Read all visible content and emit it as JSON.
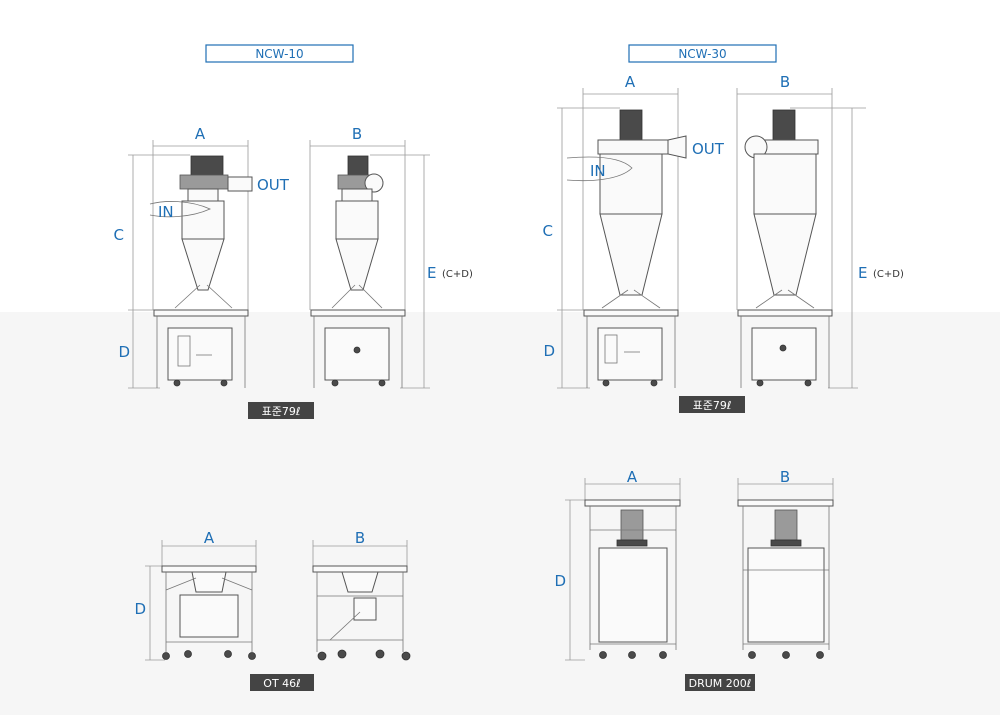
{
  "models": {
    "ncw10": {
      "title": "NCW-10",
      "tag_standard": "표준79ℓ",
      "tag_ot": "OT 46ℓ"
    },
    "ncw30": {
      "title": "NCW-30",
      "tag_standard": "표준79ℓ",
      "tag_drum": "DRUM 200ℓ"
    }
  },
  "dims": {
    "a": "A",
    "b": "B",
    "c": "C",
    "d": "D",
    "e": "E",
    "e_note": "(C+D)"
  },
  "ports": {
    "out": "OUT",
    "in": "IN"
  },
  "colors": {
    "label": "#1f6fb5",
    "tag_bg": "#444444",
    "lower_bg": "#f6f6f6"
  }
}
